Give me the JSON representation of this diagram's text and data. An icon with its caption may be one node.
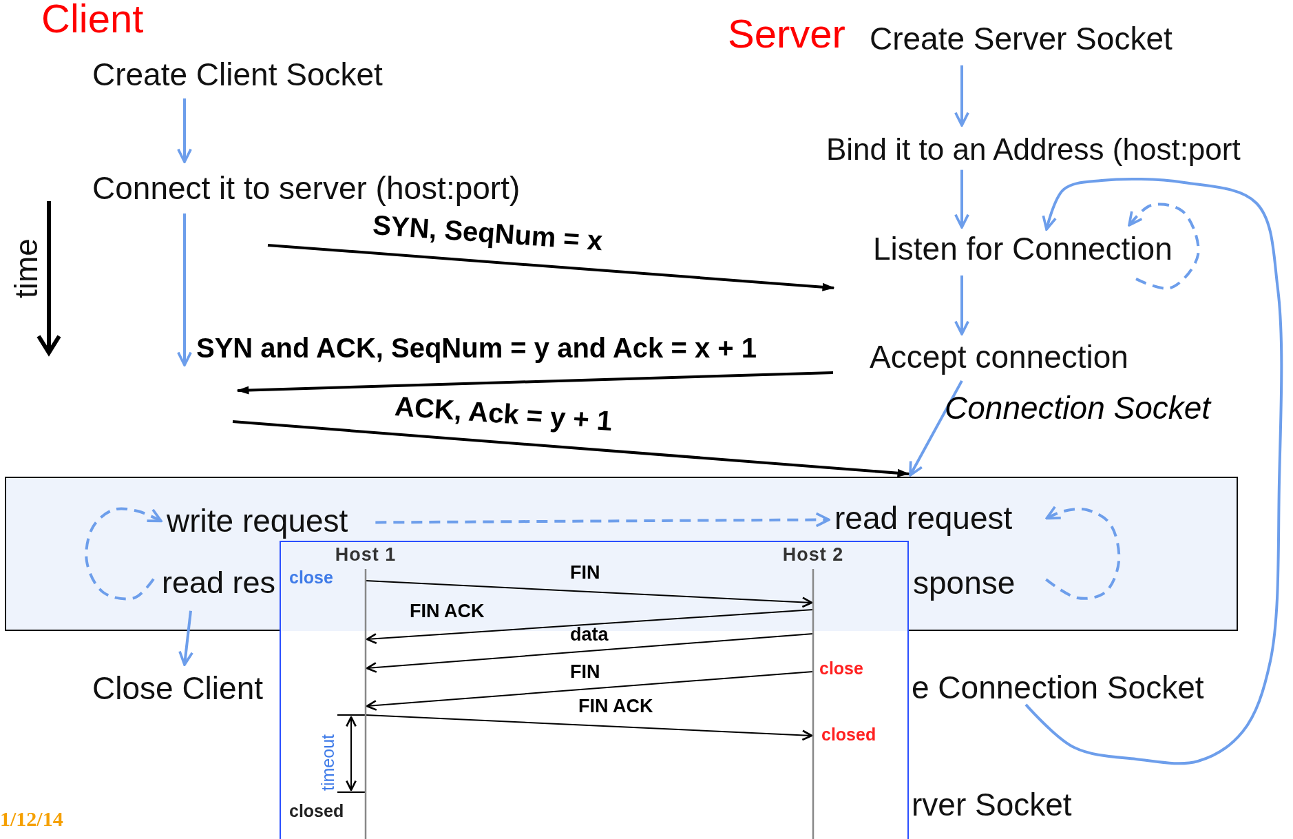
{
  "diagram": {
    "nodes": [
      {
        "text": [
          "Create Client Socket"
        ]
      },
      {
        "text": [
          "Connect it to server (host:port)"
        ]
      },
      {
        "text": [
          "Create Server Socket"
        ]
      },
      {
        "text": [
          "Bind it to an Address (host:port"
        ]
      },
      {
        "text": [
          "Listen for Connection"
        ]
      },
      {
        "text": [
          "Accept connection"
        ]
      },
      {
        "text": [],
        "shape": "box"
      },
      {
        "text": [
          "write request"
        ],
        "in": 6
      },
      {
        "text": [
          "read request"
        ],
        "in": 6
      },
      {
        "text": [
          "read res"
        ],
        "in": 6
      },
      {
        "text": [
          "sponse"
        ],
        "in": 6
      },
      {
        "text": [
          "Close Client"
        ]
      },
      {
        "text": [
          "e Connection Socket"
        ]
      },
      {
        "text": [
          "Host 1"
        ]
      },
      {
        "text": [
          "Host 2"
        ]
      }
    ],
    "edges": [
      {
        "from": 0,
        "to": 1,
        "arrow": "to"
      },
      {
        "from": 1,
        "to": null,
        "arrow": "to"
      },
      {
        "from": 2,
        "to": 3,
        "arrow": "to"
      },
      {
        "from": 3,
        "to": 4,
        "arrow": "to"
      },
      {
        "from": 4,
        "to": 5,
        "arrow": "to"
      },
      {
        "from": 4,
        "to": 4,
        "arrow": "to",
        "style": "dashed"
      },
      {
        "from": 5,
        "to": 6,
        "arrow": "to",
        "label": "Connection Socket"
      },
      {
        "from": 1,
        "to": 4,
        "arrow": "to",
        "label": "SYN, SeqNum = x",
        "color": "#000000"
      },
      {
        "from": 5,
        "to": null,
        "arrow": "to",
        "label": "SYN and ACK, SeqNum = y and Ack = x + 1",
        "color": "#000000"
      },
      {
        "from": null,
        "to": 6,
        "arrow": "to",
        "label": "ACK, Ack = y + 1",
        "color": "#000000"
      },
      {
        "from": 7,
        "to": 8,
        "arrow": "to",
        "style": "dashed"
      },
      {
        "from": 9,
        "to": 7,
        "arrow": "to",
        "style": "dashed"
      },
      {
        "from": 10,
        "to": 8,
        "arrow": "to",
        "style": "dashed"
      },
      {
        "from": 9,
        "to": 11,
        "arrow": "to"
      },
      {
        "from": 12,
        "to": 4,
        "arrow": "to"
      },
      {
        "from": 13,
        "to": 14,
        "arrow": "to",
        "label": "FIN",
        "color": "#000000"
      },
      {
        "from": 14,
        "to": 13,
        "arrow": "to",
        "label": "FIN ACK",
        "color": "#000000"
      },
      {
        "from": 14,
        "to": 13,
        "arrow": "to",
        "label": "data",
        "color": "#000000"
      },
      {
        "from": 14,
        "to": 13,
        "arrow": "to",
        "label": "FIN",
        "color": "#000000"
      },
      {
        "from": 13,
        "to": 14,
        "arrow": "to",
        "label": "FIN ACK",
        "color": "#000000"
      }
    ],
    "labels": [
      "Client",
      "Server",
      "time",
      "close",
      "close",
      "closed",
      "timeout",
      "closed",
      "rver Socket",
      "1/12/14"
    ]
  }
}
